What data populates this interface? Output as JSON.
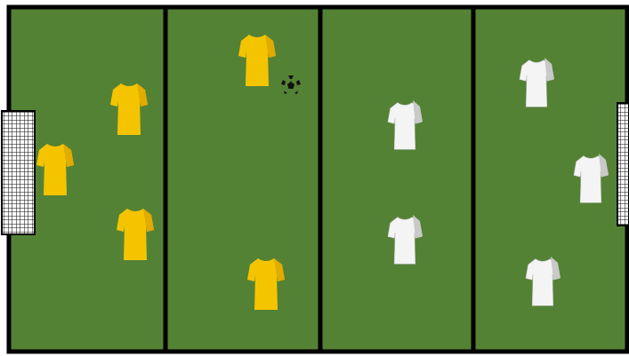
{
  "colors": {
    "pitch": "#548235",
    "lines": "#000000",
    "net": "#000000",
    "goal_bg": "#ffffff",
    "home_shirt": "#f5c400",
    "home_shirt_shade": "#e2ab00",
    "away_shirt": "#f4f4f4",
    "away_shirt_shade": "#c9c9c9",
    "ball": "#111111"
  },
  "zones": 4,
  "home_team": {
    "kit": "yellow",
    "player_count": 5
  },
  "away_team": {
    "kit": "white",
    "player_count": 5
  },
  "icons": {
    "player": "shirt-icon",
    "ball": "soccer-ball-icon",
    "goal": "goal-net-icon"
  }
}
